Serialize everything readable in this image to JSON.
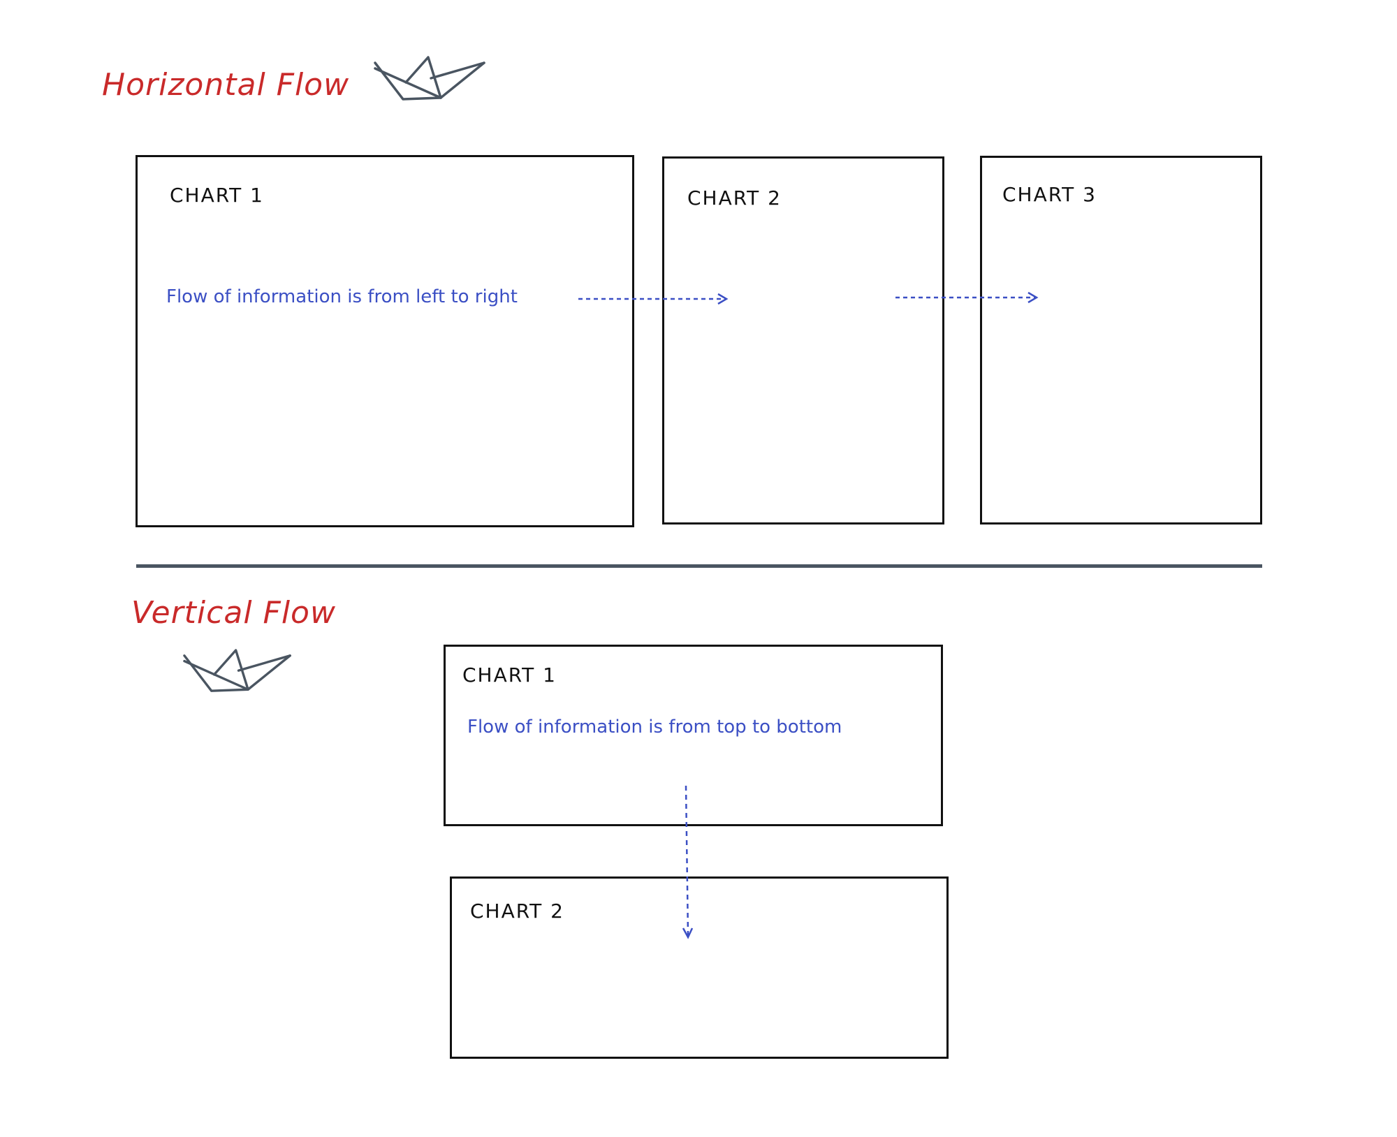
{
  "horizontal": {
    "title": "Horizontal Flow",
    "charts": [
      {
        "label": "CHART 1"
      },
      {
        "label": "CHART 2"
      },
      {
        "label": "CHART 3"
      }
    ],
    "note": "Flow of information is from left to right",
    "boat_icon": "paper-boat-icon"
  },
  "vertical": {
    "title": "Vertical Flow",
    "charts": [
      {
        "label": "CHART 1"
      },
      {
        "label": "CHART 2"
      }
    ],
    "note": "Flow of information is from top to bottom",
    "boat_icon": "paper-boat-icon"
  },
  "colors": {
    "title": "#c92a2a",
    "note": "#3b4fc4",
    "stroke": "#111111",
    "boat": "#4a5561"
  }
}
